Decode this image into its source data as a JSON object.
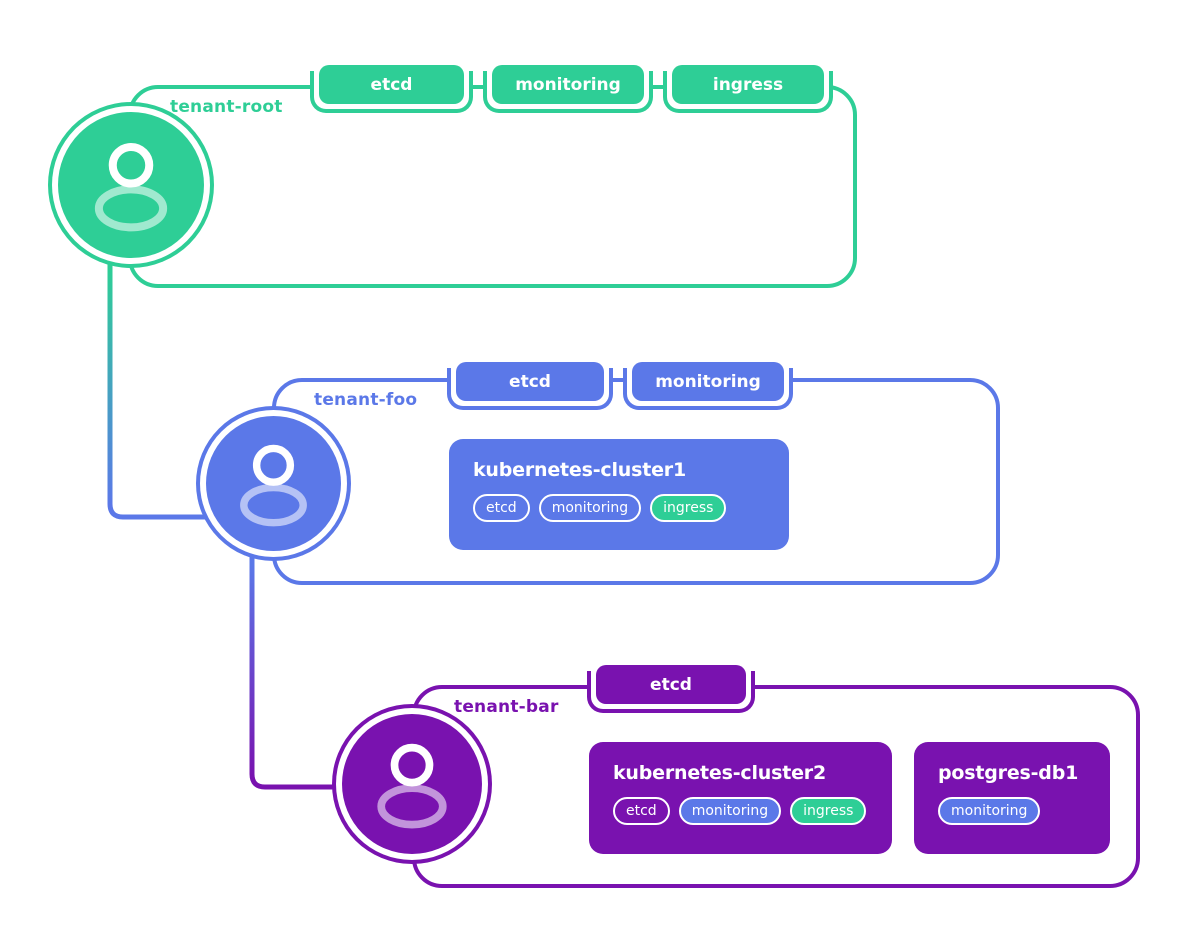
{
  "colors": {
    "root_green": "#2ECE96",
    "foo_blue": "#5B78E8",
    "bar_purple": "#7912AF",
    "pill_green": "#2ECE96",
    "pill_blue": "#5B78E8",
    "white": "#FFFFFF"
  },
  "icons": {
    "avatar": "person-icon",
    "connector": "elbow-connector-line"
  },
  "tenants": {
    "root": {
      "label": "tenant-root",
      "tags": [
        "etcd",
        "monitoring",
        "ingress"
      ]
    },
    "foo": {
      "label": "tenant-foo",
      "tags": [
        "etcd",
        "monitoring"
      ],
      "workloads": [
        {
          "title": "kubernetes-cluster1",
          "pills": [
            {
              "label": "etcd",
              "style": "outline"
            },
            {
              "label": "monitoring",
              "style": "outline"
            },
            {
              "label": "ingress",
              "style": "green"
            }
          ]
        }
      ]
    },
    "bar": {
      "label": "tenant-bar",
      "tags": [
        "etcd"
      ],
      "workloads": [
        {
          "title": "kubernetes-cluster2",
          "pills": [
            {
              "label": "etcd",
              "style": "outline"
            },
            {
              "label": "monitoring",
              "style": "blue"
            },
            {
              "label": "ingress",
              "style": "green"
            }
          ]
        },
        {
          "title": "postgres-db1",
          "pills": [
            {
              "label": "monitoring",
              "style": "blue"
            }
          ]
        }
      ]
    }
  }
}
